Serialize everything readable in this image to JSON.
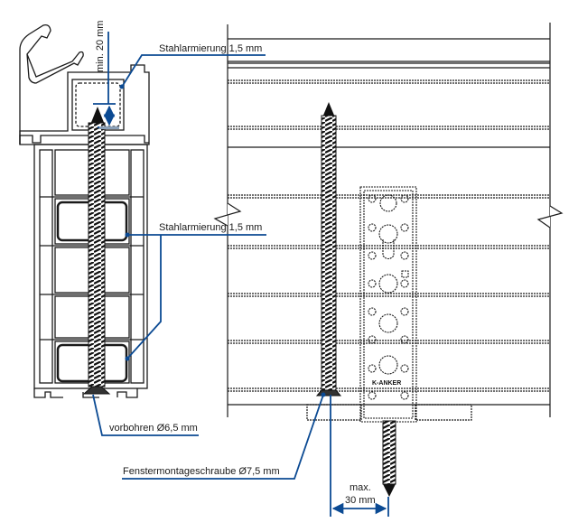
{
  "diagram": {
    "type": "technical-installation-drawing",
    "accent_color": "#0b4a93",
    "line_color": "#1a1a1a",
    "labels": {
      "steel_reinforcement_top": "Stahlarmierung 1,5 mm",
      "steel_reinforcement_middle": "Stahlarmierung 1,5 mm",
      "min_depth": "min. 20 mm",
      "predrill": "vorbohren Ø6,5 mm",
      "window_screw": "Fenstermontageschraube Ø7,5 mm",
      "max_label": "max.",
      "max_value": "30 mm"
    },
    "views": [
      "profile-cross-section",
      "front-elevation-with-bracket"
    ],
    "bracket_marking": "K-ANKER"
  }
}
